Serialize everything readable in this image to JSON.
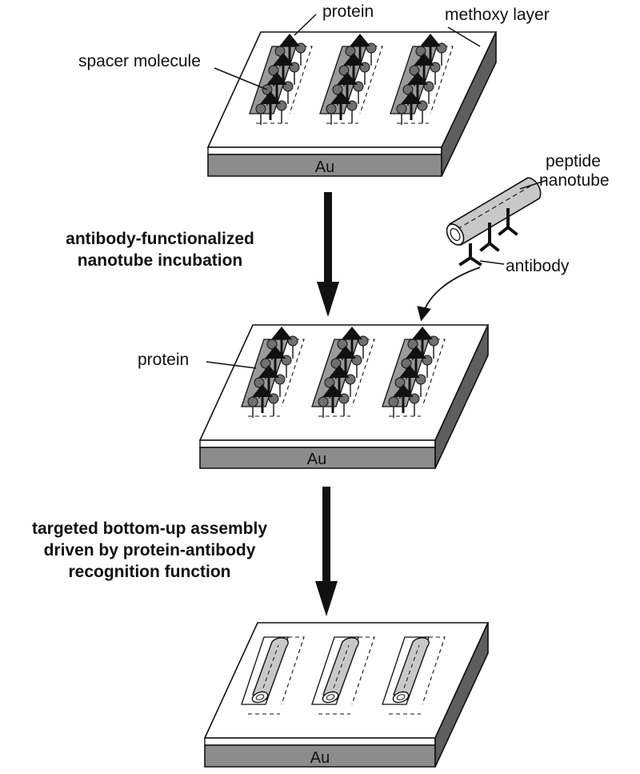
{
  "labels": {
    "protein_top": "protein",
    "methoxy_layer": "methoxy layer",
    "spacer_molecule": "spacer molecule",
    "peptide": "peptide",
    "nanotube": "nanotube",
    "antibody": "antibody",
    "protein_mid": "protein"
  },
  "steps": {
    "step1_line1": "antibody-functionalized",
    "step1_line2": "nanotube incubation",
    "step2_line1": "targeted bottom-up assembly",
    "step2_line2": "driven by protein-antibody",
    "step2_line3": "recognition function"
  },
  "substrate": {
    "top_label": "Au",
    "mid_label": "Au",
    "bottom_label": "Au"
  },
  "colors": {
    "ink": "#111111",
    "substrate_face": "#ffffff",
    "gold_layer": "#8c8c8c",
    "gold_side": "#5e5e5e",
    "pattern_fill": "#9a9a9a",
    "spacer": "#6f6f6f",
    "nanotube": "#c8c8c8"
  }
}
